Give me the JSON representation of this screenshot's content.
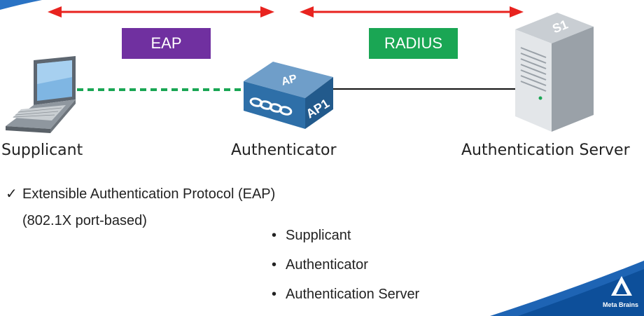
{
  "protocols": {
    "left": {
      "label": "EAP",
      "color": "#7030a0"
    },
    "right": {
      "label": "RADIUS",
      "color": "#1aa654"
    }
  },
  "arrow_color": "#e8231f",
  "devices": {
    "supplicant": {
      "label": "Supplicant",
      "icon": "laptop-icon"
    },
    "authenticator": {
      "label": "Authenticator",
      "icon": "access-point-icon",
      "badge_top": "AP",
      "badge_side": "AP1"
    },
    "server": {
      "label": "Authentication Server",
      "icon": "server-icon",
      "badge": "S1"
    }
  },
  "links": {
    "supplicant_to_ap": {
      "style": "dashed",
      "color": "#1aa654"
    },
    "ap_to_server": {
      "style": "solid",
      "color": "#111111"
    }
  },
  "notes": {
    "check_mark": "✓",
    "line1": "Extensible Authentication Protocol (EAP)",
    "line2": "(802.1X port-based)"
  },
  "roles": {
    "bullet": "•",
    "items": [
      "Supplicant",
      "Authenticator",
      "Authentication Server"
    ]
  },
  "branding": {
    "name": "Meta Brains",
    "icon": "meta-brains-logo"
  }
}
